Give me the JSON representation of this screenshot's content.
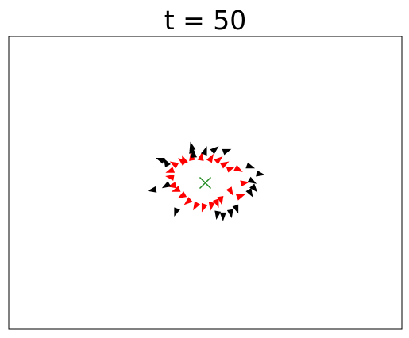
{
  "chart_data": {
    "type": "scatter",
    "title": "t = 50",
    "xlabel": "",
    "ylabel": "",
    "xlim": [
      -1,
      1
    ],
    "ylim": [
      -1,
      1
    ],
    "grid": false,
    "ticks_shown": false,
    "center": {
      "x": 0.0,
      "y": 0.0,
      "marker": "x",
      "color": "#228B22"
    },
    "series": [
      {
        "color": "#ff0000",
        "marker": "triangle",
        "points": [
          {
            "x": -0.18,
            "y": 0.08,
            "heading": 200
          },
          {
            "x": -0.16,
            "y": 0.13,
            "heading": 150
          },
          {
            "x": -0.11,
            "y": 0.16,
            "heading": 110
          },
          {
            "x": -0.07,
            "y": 0.18,
            "heading": 100
          },
          {
            "x": -0.02,
            "y": 0.18,
            "heading": 80
          },
          {
            "x": 0.03,
            "y": 0.17,
            "heading": 60
          },
          {
            "x": 0.07,
            "y": 0.16,
            "heading": 40
          },
          {
            "x": 0.1,
            "y": 0.13,
            "heading": 30
          },
          {
            "x": 0.13,
            "y": 0.1,
            "heading": 20
          },
          {
            "x": 0.17,
            "y": 0.09,
            "heading": 330
          },
          {
            "x": 0.2,
            "y": 0.0,
            "heading": 10
          },
          {
            "x": 0.13,
            "y": -0.06,
            "heading": 300
          },
          {
            "x": 0.18,
            "y": -0.09,
            "heading": 20
          },
          {
            "x": 0.08,
            "y": -0.12,
            "heading": 280
          },
          {
            "x": 0.03,
            "y": -0.16,
            "heading": 260
          },
          {
            "x": -0.01,
            "y": -0.17,
            "heading": 250
          },
          {
            "x": -0.05,
            "y": -0.16,
            "heading": 240
          },
          {
            "x": -0.09,
            "y": -0.13,
            "heading": 220
          },
          {
            "x": -0.12,
            "y": -0.09,
            "heading": 210
          },
          {
            "x": -0.15,
            "y": -0.05,
            "heading": 200
          },
          {
            "x": -0.17,
            "y": -0.02,
            "heading": 190
          },
          {
            "x": -0.18,
            "y": 0.04,
            "heading": 170
          },
          {
            "x": 0.06,
            "y": -0.14,
            "heading": 290
          },
          {
            "x": -0.12,
            "y": 0.15,
            "heading": 140
          }
        ]
      },
      {
        "color": "#000000",
        "marker": "triangle",
        "points": [
          {
            "x": -0.23,
            "y": 0.16,
            "heading": 160
          },
          {
            "x": -0.2,
            "y": 0.14,
            "heading": 120
          },
          {
            "x": -0.07,
            "y": 0.23,
            "heading": 100
          },
          {
            "x": -0.06,
            "y": 0.2,
            "heading": 95
          },
          {
            "x": 0.05,
            "y": 0.23,
            "heading": 40
          },
          {
            "x": 0.11,
            "y": 0.22,
            "heading": 20
          },
          {
            "x": 0.23,
            "y": 0.11,
            "heading": 340
          },
          {
            "x": 0.28,
            "y": 0.06,
            "heading": 350
          },
          {
            "x": 0.24,
            "y": 0.01,
            "heading": 330
          },
          {
            "x": 0.25,
            "y": -0.04,
            "heading": 310
          },
          {
            "x": 0.23,
            "y": -0.07,
            "heading": 300
          },
          {
            "x": 0.16,
            "y": -0.18,
            "heading": 290
          },
          {
            "x": 0.13,
            "y": -0.21,
            "heading": 280
          },
          {
            "x": 0.09,
            "y": -0.23,
            "heading": 270
          },
          {
            "x": 0.06,
            "y": -0.22,
            "heading": 260
          },
          {
            "x": -0.15,
            "y": -0.2,
            "heading": 250
          },
          {
            "x": -0.2,
            "y": -0.02,
            "heading": 210
          },
          {
            "x": -0.27,
            "y": -0.05,
            "heading": 190
          },
          {
            "x": -0.07,
            "y": 0.25,
            "heading": 105
          },
          {
            "x": 0.0,
            "y": 0.22,
            "heading": 70
          }
        ]
      }
    ]
  }
}
